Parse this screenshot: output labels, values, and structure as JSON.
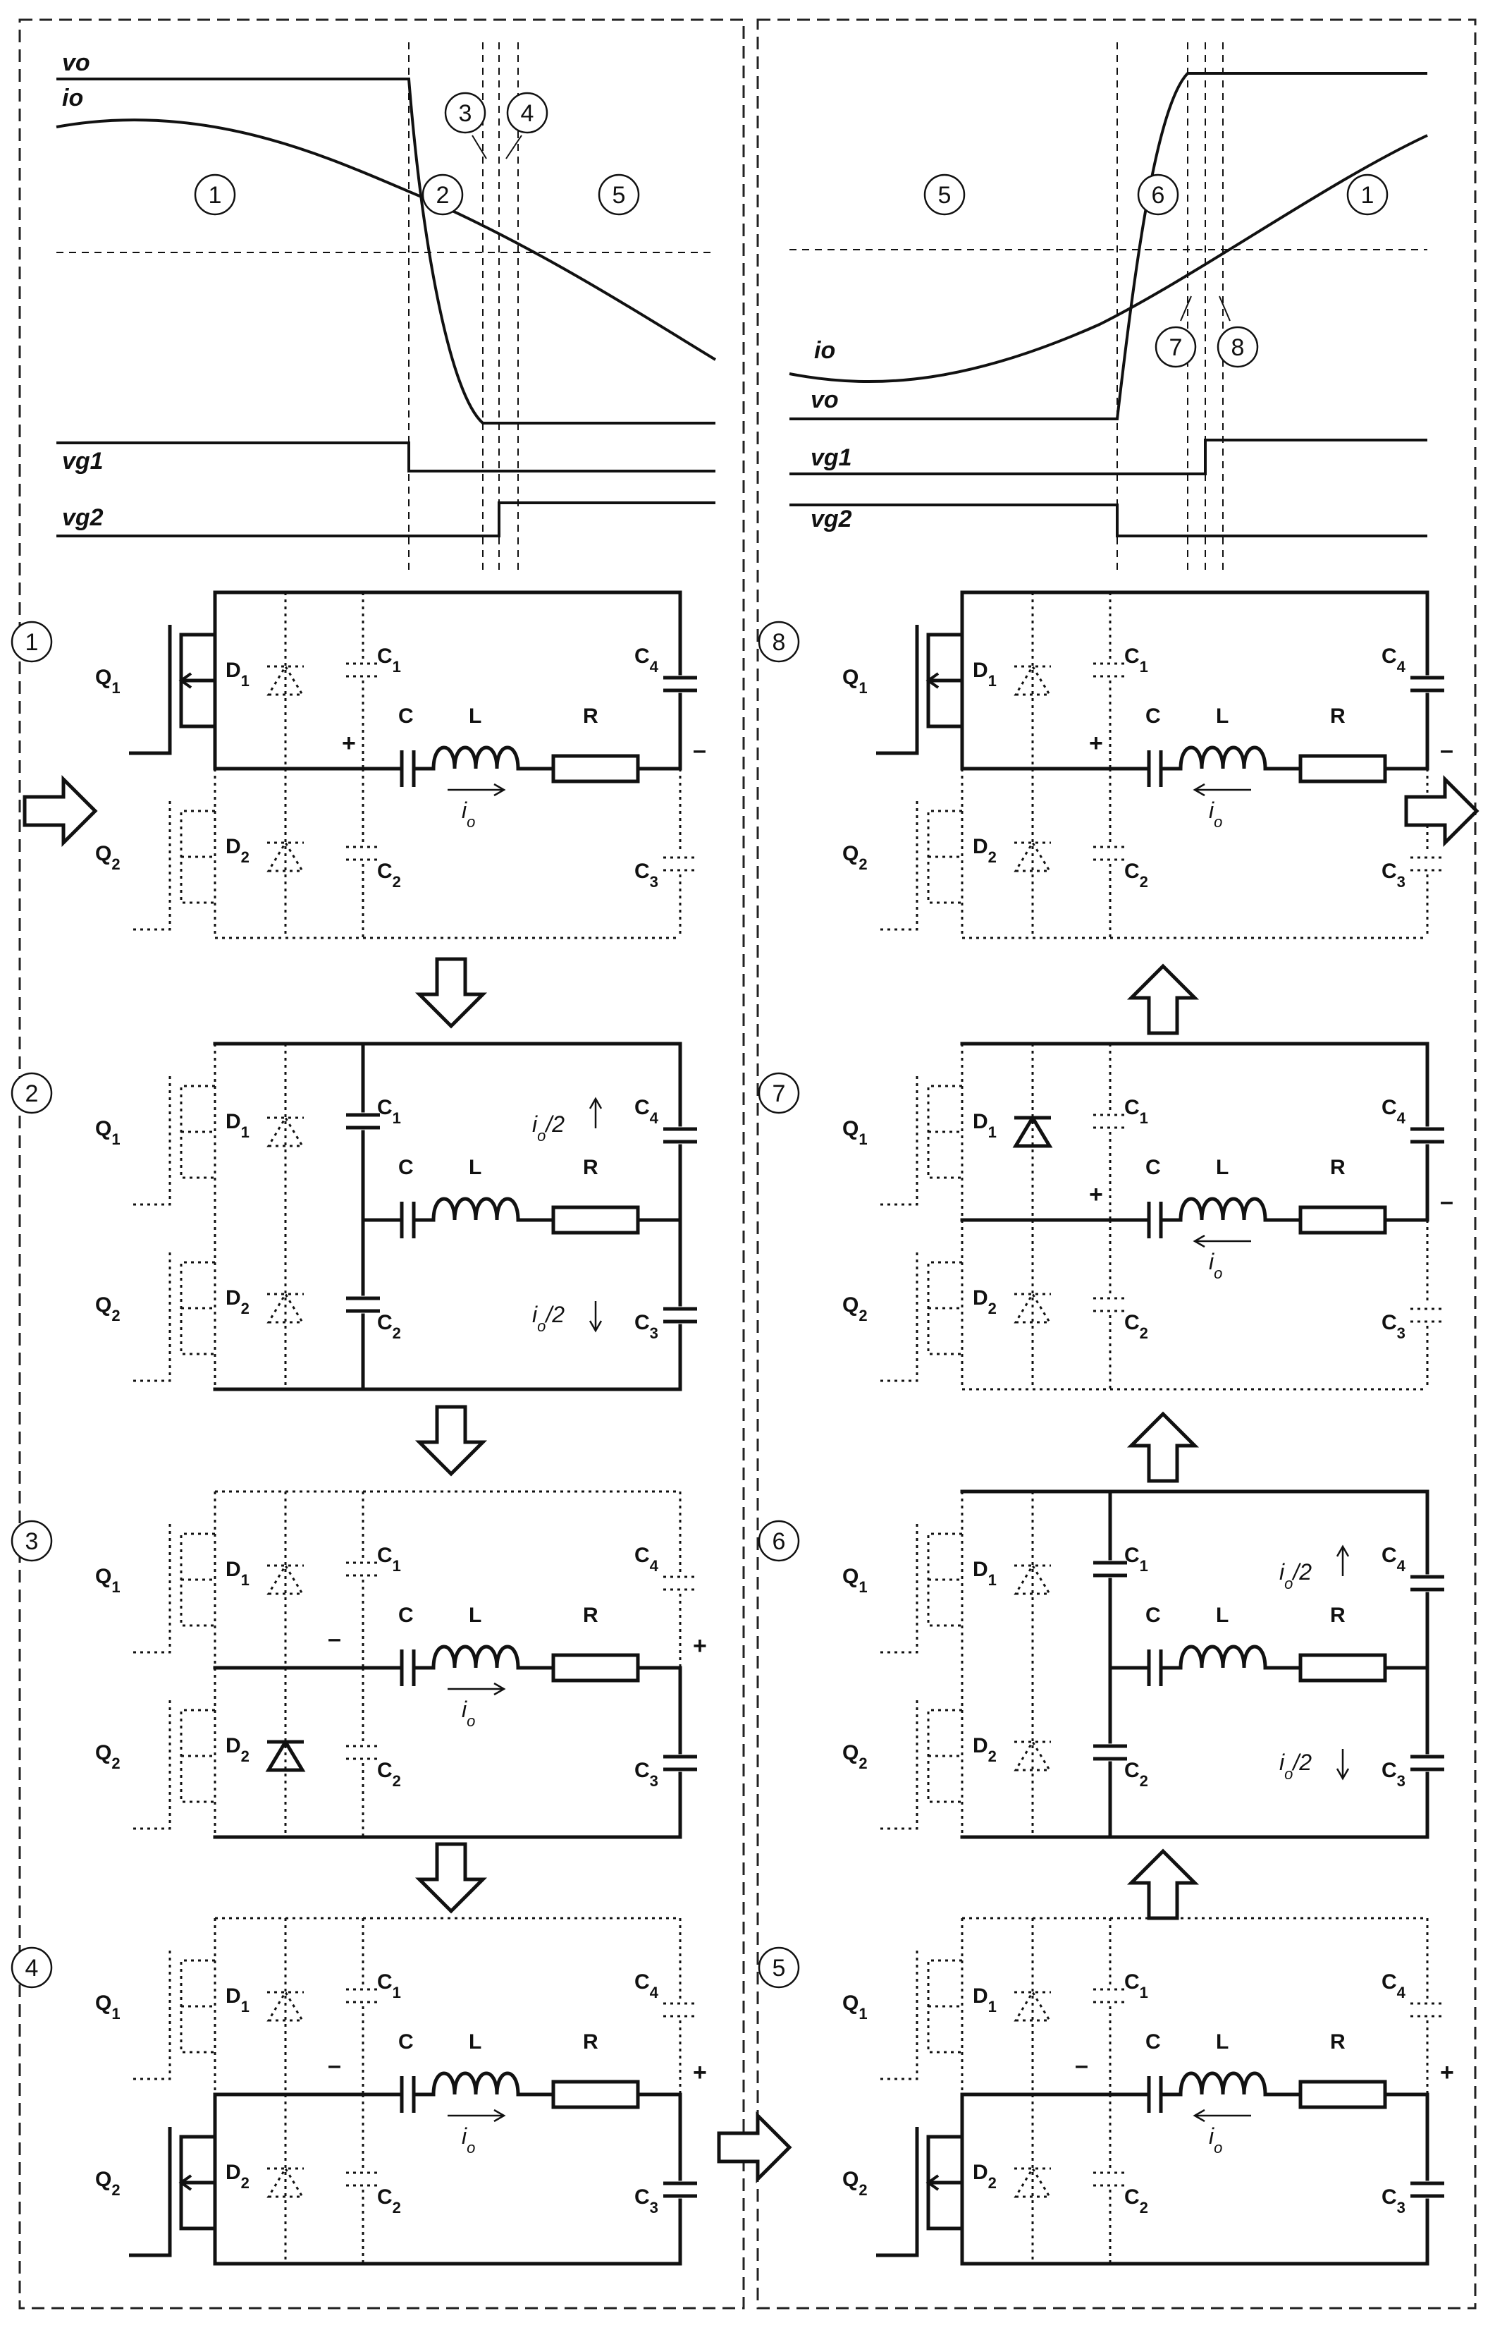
{
  "waveforms_left": {
    "vo": "vo",
    "io": "io",
    "vg1": "vg1",
    "vg2": "vg2",
    "intervals": [
      "1",
      "2",
      "3",
      "4",
      "5"
    ]
  },
  "waveforms_right": {
    "vo": "vo",
    "io": "io",
    "vg1": "vg1",
    "vg2": "vg2",
    "intervals": [
      "5",
      "6",
      "1",
      "7",
      "8"
    ]
  },
  "labels": {
    "Q1": "Q1",
    "Q2": "Q2",
    "D1": "D1",
    "D2": "D2",
    "C1": "C1",
    "C2": "C2",
    "C3": "C3",
    "C4": "C4",
    "C": "C",
    "L": "L",
    "R": "R",
    "io": "io",
    "io_half": "io/2",
    "plus": "+",
    "minus": "–"
  },
  "circuits": [
    {
      "num": "1",
      "active": [
        "Q1",
        "C4"
      ],
      "current": "right",
      "signs": "vo_pos"
    },
    {
      "num": "2",
      "active": [
        "C1",
        "C2",
        "C3",
        "C4"
      ],
      "current": "split",
      "signs": "none"
    },
    {
      "num": "3",
      "active": [
        "D2",
        "C3"
      ],
      "current": "right",
      "signs": "vo_neg"
    },
    {
      "num": "4",
      "active": [
        "Q2",
        "C3"
      ],
      "current": "right",
      "signs": "vo_neg"
    },
    {
      "num": "5",
      "active": [
        "Q2",
        "C3"
      ],
      "current": "left",
      "signs": "vo_neg"
    },
    {
      "num": "6",
      "active": [
        "C1",
        "C2",
        "C3",
        "C4"
      ],
      "current": "split",
      "signs": "none"
    },
    {
      "num": "7",
      "active": [
        "D1",
        "C4"
      ],
      "current": "left",
      "signs": "vo_pos"
    },
    {
      "num": "8",
      "active": [
        "Q1",
        "C4"
      ],
      "current": "left",
      "signs": "vo_pos"
    }
  ]
}
